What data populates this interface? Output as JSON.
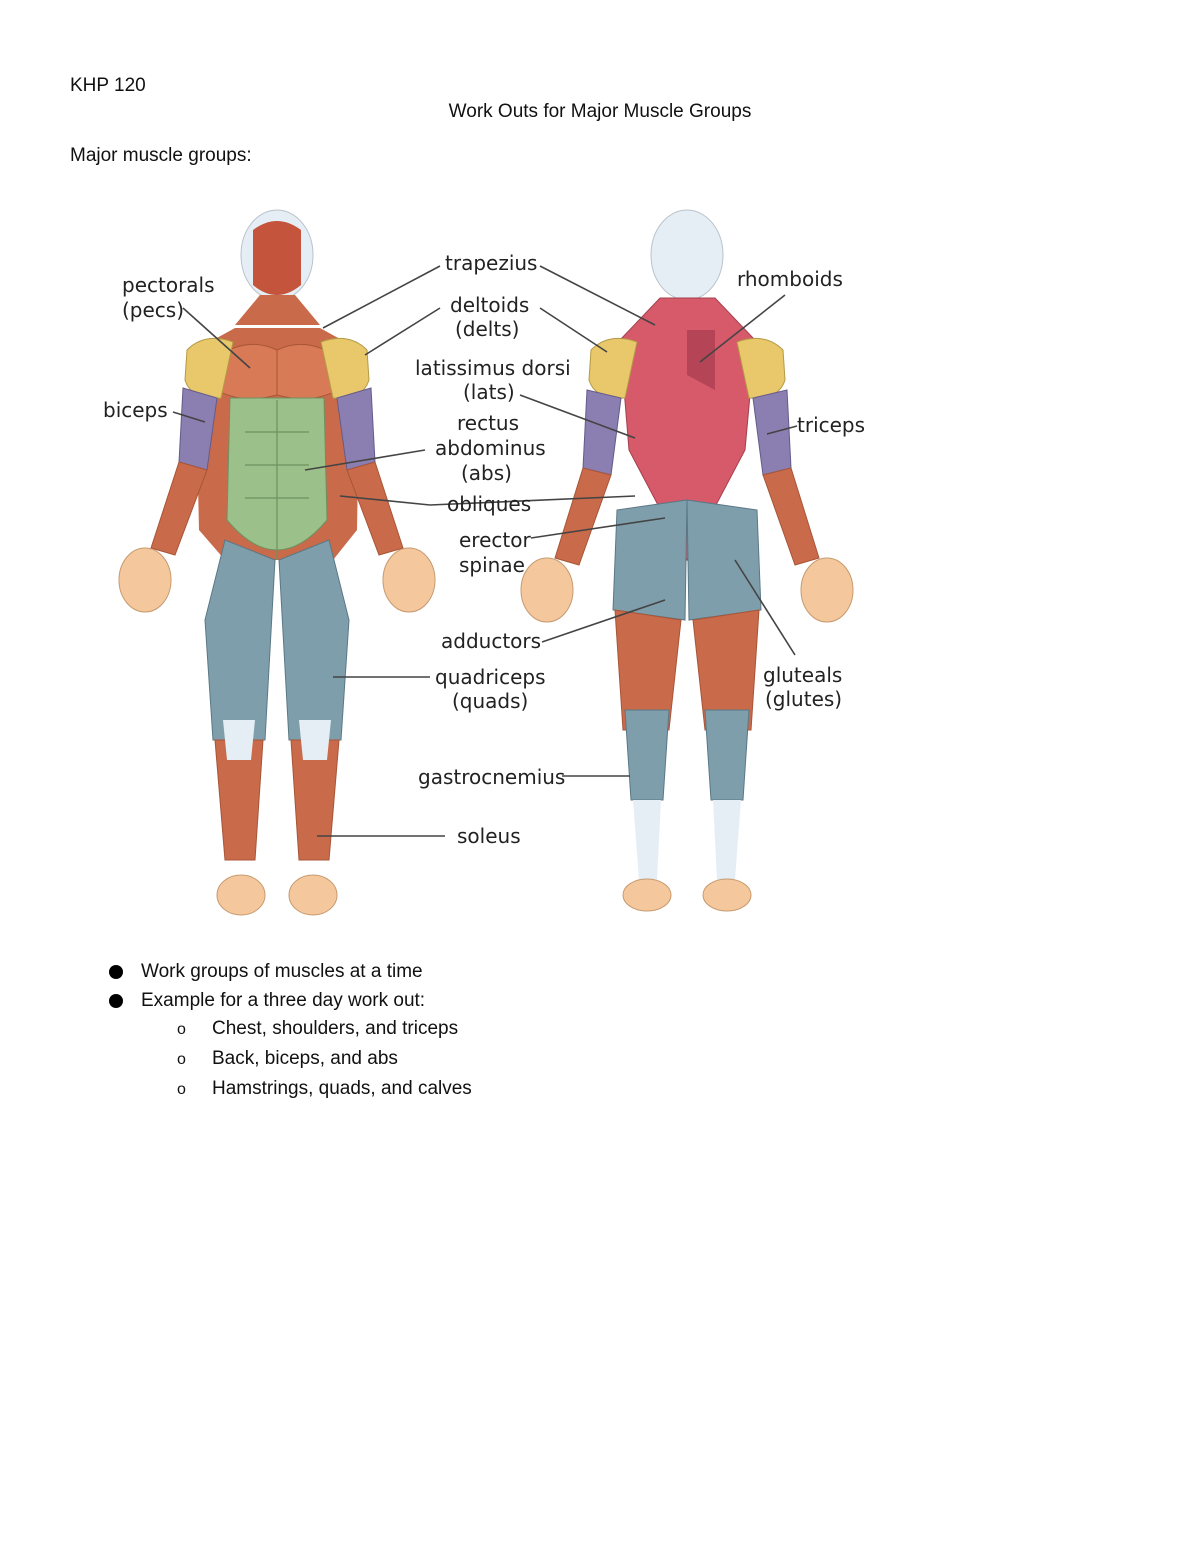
{
  "header": {
    "course": "KHP 120",
    "title": "Work Outs for Major Muscle Groups",
    "subtitle": "Major muscle groups:"
  },
  "figure": {
    "labels": {
      "trapezius": "trapezius",
      "pectorals": "pectorals",
      "pecs": "(pecs)",
      "deltoids": "deltoids",
      "delts": "(delts)",
      "rhomboids": "rhomboids",
      "latissimus": "latissimus dorsi",
      "lats": "(lats)",
      "biceps": "biceps",
      "triceps": "triceps",
      "rectus": "rectus",
      "abdominus": "abdominus",
      "abs": "(abs)",
      "obliques": "obliques",
      "erector": "erector",
      "spinae": "spinae",
      "adductors": "adductors",
      "quadriceps": "quadriceps",
      "quads": "(quads)",
      "gluteals": "gluteals",
      "glutes": "(glutes)",
      "gastrocnemius": "gastrocnemius",
      "soleus": "soleus"
    },
    "colors": {
      "muscle_red": "#c96a4a",
      "deltoid_yellow": "#e8c86a",
      "arm_purple": "#8a7fb0",
      "abs_green": "#9cc08a",
      "leg_blue": "#7f9eab",
      "back_pink": "#d65a6a",
      "skin": "#f4c89c",
      "tendon": "#e6eef5"
    }
  },
  "bullets": [
    {
      "text": "Work groups of muscles at a time"
    },
    {
      "text": "Example for a three day work out:"
    }
  ],
  "sub_bullets": [
    {
      "marker": "o",
      "text": "Chest, shoulders, and triceps"
    },
    {
      "marker": "o",
      "text": "Back, biceps, and abs"
    },
    {
      "marker": "o",
      "text": "Hamstrings, quads, and calves"
    }
  ]
}
